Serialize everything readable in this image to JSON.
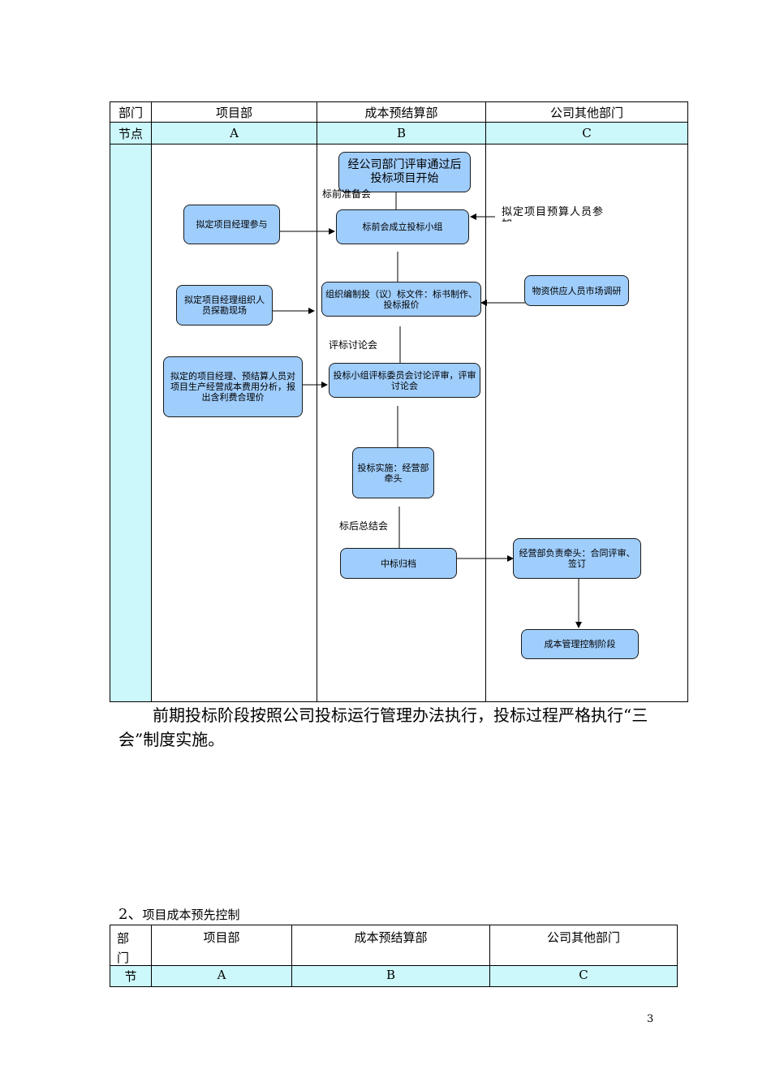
{
  "table1": {
    "header": {
      "dept": "部门",
      "a": "项目部",
      "b": "成本预结算部",
      "c": "公司其他部门"
    },
    "node_row": {
      "label": "节点",
      "a": "A",
      "b": "B",
      "c": "C"
    }
  },
  "flow": {
    "n_start": "经公司部门评审通过后投标项目开始",
    "n_pm": "拟定项目经理参与",
    "n_team": "标前会成立投标小组",
    "n_budget": "拟定项目预算人员参加",
    "n_survey": "拟定项目经理组织人员探勘现场",
    "n_docs": "组织编制投（议）标文件：标书制作、投标报价",
    "n_market": "物资供应人员市场调研",
    "n_cost": "拟定的项目经理、预结算人员对项目生产经营成本费用分析，报出含利费合理价",
    "n_review": "投标小组评标委员会讨论评审，评审讨论会",
    "n_impl": "投标实施：经营部牵头",
    "n_archive": "中标归档",
    "n_contract": "经营部负责牵头：合同评审、签订",
    "n_control": "成本管理控制阶段",
    "l_pre": "标前准备会",
    "l_eval": "评标讨论会",
    "l_post": "标后总结会"
  },
  "paragraph": "前期投标阶段按照公司投标运行管理办法执行，投标过程严格执行“三会”制度实施。",
  "section2": {
    "number": "2、",
    "title": "项目成本预先控制"
  },
  "table2": {
    "header": {
      "dept": "部门",
      "a": "项目部",
      "b": "成本预结算部",
      "c": "公司其他部门"
    },
    "node_row": {
      "label": "节",
      "a": "A",
      "b": "B",
      "c": "C"
    }
  },
  "page_number": "3"
}
